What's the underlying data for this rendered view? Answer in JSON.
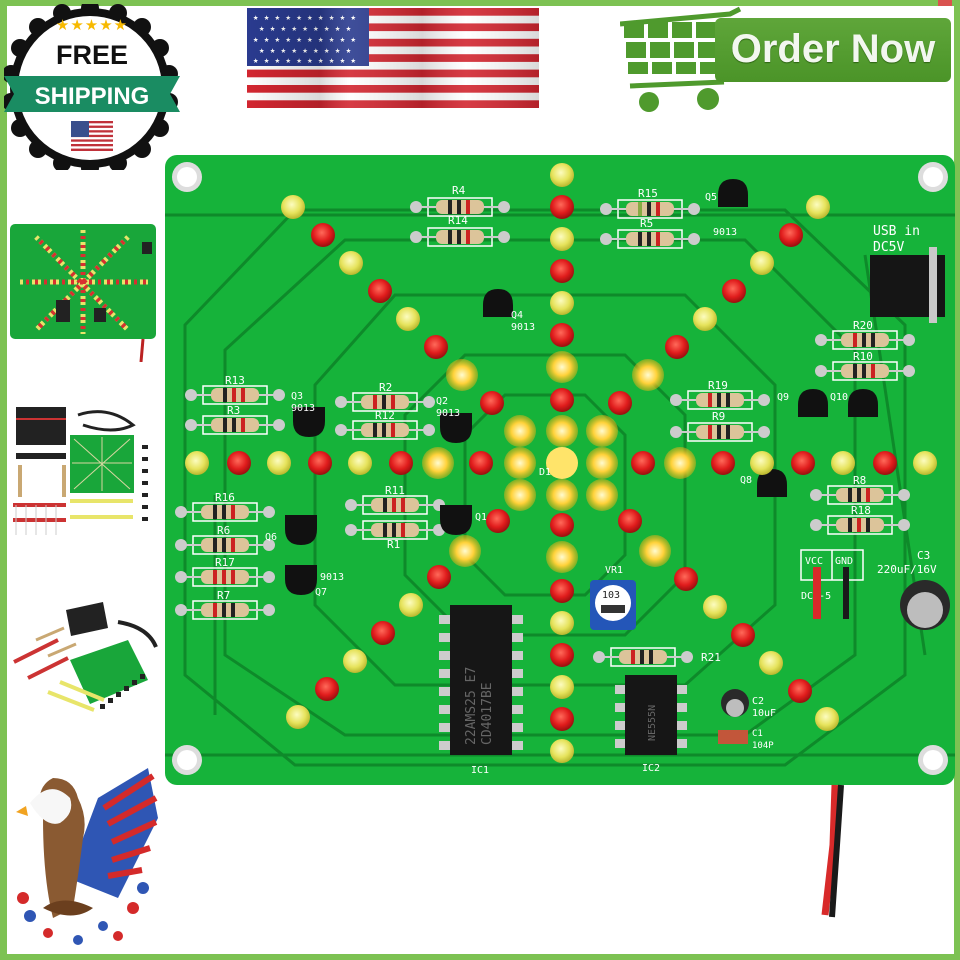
{
  "badge": {
    "stars": "★★★★★",
    "line1": "FREE",
    "line2": "SHIPPING",
    "icon": "us-flag-icon"
  },
  "top_banner": {
    "icon": "waving-us-flag"
  },
  "order_button": {
    "label": "Order Now",
    "icon": "shopping-cart-icon",
    "color": "#4f9a2d"
  },
  "thumbnails": [
    {
      "id": "assembled-board",
      "alt": "Assembled LED board"
    },
    {
      "id": "kit-contents-top",
      "alt": "Kit components top view"
    },
    {
      "id": "kit-contents-angle",
      "alt": "Kit components angled view"
    }
  ],
  "decor": {
    "eagle": "patriotic-eagle-illustration"
  },
  "pcb": {
    "usb_label_1": "USB in",
    "usb_label_2": "DC5V",
    "cap_c3": "C3",
    "cap_c3_value": "220uF/16V",
    "cap_c2": "C2",
    "cap_c2_value": "10uF",
    "cap_c1": "C1",
    "cap_c1_value": "104P",
    "vcc": "VCC",
    "gnd": "GND",
    "dc_label": "DC3-5",
    "ic1": "IC1",
    "ic1_marking_1": "22AMS25 E7",
    "ic1_marking_2": "CD4017BE",
    "ic2": "IC2",
    "ic2_marking": "NE555N",
    "vr1": "VR1",
    "vr1_value": "103",
    "center_led": "D1",
    "transistor_type": "9013",
    "resistors": [
      "R1",
      "R2",
      "R3",
      "R4",
      "R5",
      "R6",
      "R7",
      "R8",
      "R9",
      "R10",
      "R11",
      "R12",
      "R13",
      "R14",
      "R15",
      "R16",
      "R17",
      "R18",
      "R19",
      "R20",
      "R21"
    ],
    "transistors": [
      "Q1",
      "Q2",
      "Q3",
      "Q4",
      "Q5",
      "Q6",
      "Q7",
      "Q8",
      "Q9",
      "Q10"
    ],
    "colors": {
      "board": "#16b33a",
      "trace": "#0e8a2a",
      "led_red": "#e02020",
      "led_yellow": "#ece96a",
      "led_lit": "#ffd23a"
    }
  }
}
